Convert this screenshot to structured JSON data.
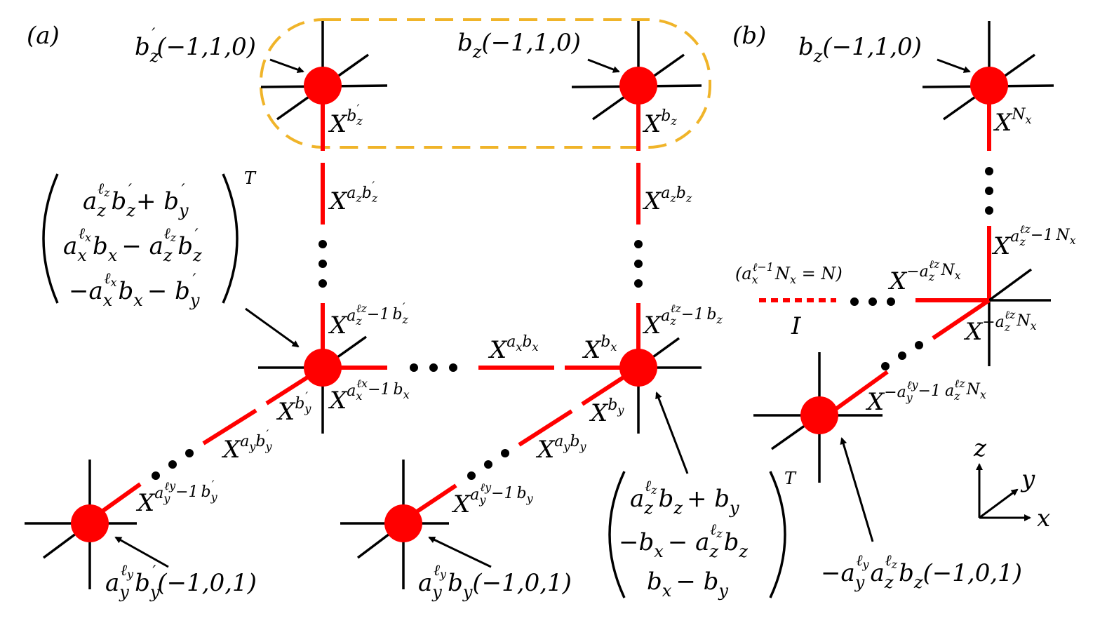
{
  "panels": {
    "a": "(a)",
    "b": "(b)"
  },
  "colors": {
    "node": "#ff0000",
    "bond": "#ff0000",
    "leg": "#000000",
    "highlight": "#f0b429"
  },
  "labels": {
    "bz_prime_top": "b′z(−1,1,0)",
    "bz_top": "bz(−1,1,0)",
    "bz_b_top": "bz(−1,1,0)",
    "ay_byprime": "aℓy y b′y(−1,0,1)",
    "ay_by": "aℓy y by(−1,0,1)",
    "b_bottom": "−aℓy y aℓz z bz(−1,0,1)",
    "cond": "(aℓ−1 x Nx = N)",
    "identity": "I"
  },
  "bonds": {
    "X": "X",
    "bz_prime": "b′z",
    "bz": "bz",
    "az_bz_prime": "azb′z",
    "az_bz": "azbz",
    "azl1_bz_prime": "b′z",
    "azl1_bz": "bz",
    "ax_bx": "axbx",
    "bx": "bx",
    "axl1_bx": "bx",
    "by_prime": "b′y",
    "by": "by",
    "ay_by_prime": "ayb′y",
    "ay_by": "ayby",
    "ayl1_by_prime": "b′y",
    "ayl1_by": "by",
    "Nx": "Nx",
    "azl1_Nx": "Nx",
    "neg_az_Nx": "−aℓz z Nx"
  },
  "matrix_left": [
    "aℓz z b′z + b′y",
    "aℓx x bx − aℓz z b′z",
    "−aℓx x bx − b′y"
  ],
  "matrix_right": [
    "aℓz z bz + by",
    "−bx − aℓz z bz",
    "bx − by"
  ],
  "transpose": "T",
  "axes": {
    "x": "x",
    "y": "y",
    "z": "z"
  }
}
